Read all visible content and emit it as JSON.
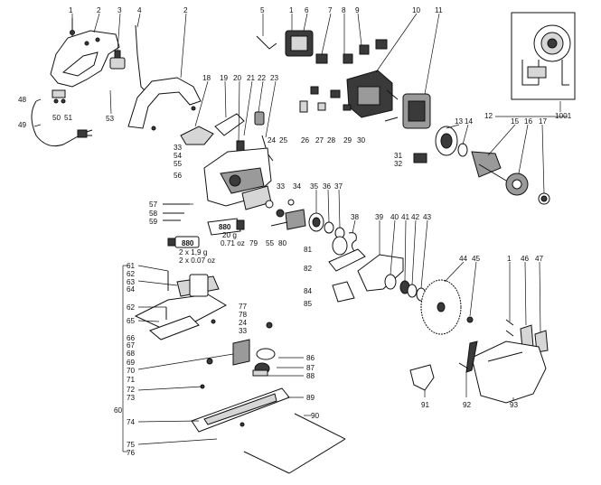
{
  "labels": {
    "l1a": "1",
    "l2a": "2",
    "l3": "3",
    "l4": "4",
    "l2b": "2",
    "l5": "5",
    "l1b": "1",
    "l6": "6",
    "l7": "7",
    "l8": "8",
    "l9": "9",
    "l10": "10",
    "l11": "11",
    "l18": "18",
    "l19": "19",
    "l20": "20",
    "l21": "21",
    "l22": "22",
    "l23": "23",
    "l48": "48",
    "l49": "49",
    "l50": "50",
    "l51": "51",
    "l53": "53",
    "l33a": "33",
    "l54": "54",
    "l55a": "55",
    "l56": "56",
    "l24a": "24",
    "l25": "25",
    "l26": "26",
    "l27": "27",
    "l28": "28",
    "l29": "29",
    "l30": "30",
    "l31": "31",
    "l32": "32",
    "l12": "12",
    "l13": "13",
    "l14": "14",
    "l15": "15",
    "l16": "16",
    "l17": "17",
    "l1001": "1001",
    "l57": "57",
    "l58": "58",
    "l59": "59",
    "l79": "79",
    "l55b": "55",
    "l80": "80",
    "l33b": "33",
    "l34": "34",
    "l35": "35",
    "l36": "36",
    "l37": "37",
    "l38": "38",
    "l39": "39",
    "l40": "40",
    "l41": "41",
    "l42": "42",
    "l43": "43",
    "l81": "81",
    "l82": "82",
    "l84": "84",
    "l85": "85",
    "l44": "44",
    "l45": "45",
    "l1c": "1",
    "l46": "46",
    "l47": "47",
    "l61": "61",
    "l62a": "62",
    "l63": "63",
    "l64": "64",
    "l62b": "62",
    "l65": "65",
    "l66": "66",
    "l67": "67",
    "l68": "68",
    "l69": "69",
    "l70": "70",
    "l71": "71",
    "l72": "72",
    "l73": "73",
    "l60": "60",
    "l74": "74",
    "l75": "75",
    "l76": "76",
    "l77": "77",
    "l78": "78",
    "l24b": "24",
    "l33c": "33",
    "l86": "86",
    "l87": "87",
    "l88": "88",
    "l89": "89",
    "l90": "90",
    "l91": "91",
    "l92": "92",
    "l93": "93"
  },
  "notes": {
    "grease_small_qty": "2 x 1,9 g",
    "grease_small_oz": "2 x 0.07 oz",
    "grease_large_qty": "20 g",
    "grease_large_oz": "0.71 oz"
  },
  "tubes": {
    "large_tube_label": "880",
    "small_tube_label": "880"
  }
}
